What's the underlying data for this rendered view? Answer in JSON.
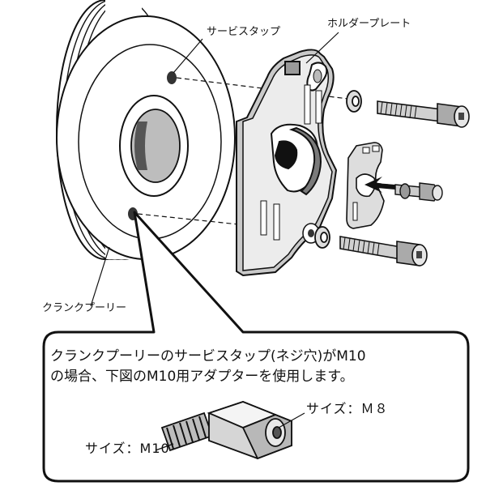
{
  "labels": {
    "service_tap": "サービスタップ",
    "holder_plate": "ホルダープレート",
    "crank_pulley": "クランクプーリー"
  },
  "note": {
    "line1": "クランクプーリーのサービスタップ(ネジ穴)がM10",
    "line2": "の場合、下図のM10用アダプターを使用します。"
  },
  "adapter": {
    "size_small": "サイズ：Ｍ８",
    "size_large": "サイズ：M10"
  }
}
